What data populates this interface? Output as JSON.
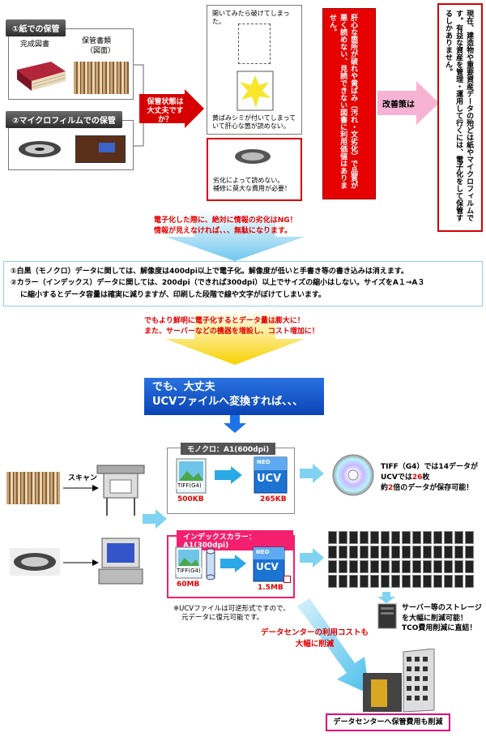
{
  "panel_paper": {
    "tag": "①紙での保管",
    "label_left": "完成図書",
    "label_right_1": "保管書類",
    "label_right_2": "（図面）"
  },
  "panel_micro": {
    "tag": "②マイクロフィルムでの保管"
  },
  "question": {
    "line1": "保管状態は",
    "line2": "大丈夫ですか？"
  },
  "damage_box": {
    "caption_top": "開いてみたら破けてしまった。",
    "caption_mid_1": "黄ばみシミが付いてしまって",
    "caption_mid_2": "いて肝心な箇が読めない。",
    "caption_bot_1": "劣化によって読めない。",
    "caption_bot_2": "補修に莫大な費用が必要！"
  },
  "warning_vertical": "肝心な箇所が破れや黄ばみ（汚れ・文劣化）で品質が悪く読めない、見読できない図書に利用価値はありません。",
  "improvement_label": "改善策は",
  "solution_vertical": "現在、建造物や重要資産データの殆どは紙やマイクロフィルムです。有益な資産を管理・運用して行くには、電子化をして保管するしかありません。",
  "notice1": {
    "line1": "電子化した際に、絶対に情報の劣化はNG！",
    "line2": "情報が見えなければ、、、無駄になります。"
  },
  "info": {
    "line1": "①白黒（モノクロ）データに関しては、解像度は400dpi以上で電子化。解像度が低いと手書き等の書き込みは消えます。",
    "line2": "②カラー（インデックス）データに関しては、200dpi（できれば300dpi）以上でサイズの縮小はしない。サイズをA１→A３",
    "line3": "に縮小するとデータ容量は確実に減りますが、印刷した段階で線や文字がぼけてしまいます。"
  },
  "notice2": {
    "line1": "でもより鮮明に電子化するとデータ量は膨大に！",
    "line2": "また、サーバーなどの機器を増設し、コスト増加に！"
  },
  "banner": {
    "line1": "でも、大丈夫",
    "line2": "UCVファイルへ変換すれば、、、"
  },
  "scan_label": "スキャン",
  "mono": {
    "header": "モノクロ：A1(600dpi)",
    "tiff_label": "TIFF(G4)",
    "tiff_size": "500KB",
    "ucv_label": "UCV",
    "ucv_size": "265KB",
    "neo": "NEO"
  },
  "color": {
    "header": "インデックスカラー：A1(300dpi)",
    "tiff_label": "TIFF(G4)",
    "tiff_size": "60MB",
    "ucv_label": "UCV",
    "ucv_size": "1.5MB",
    "neo": "NEO"
  },
  "cd_text": {
    "line1": "TIFF（G4）では14データが",
    "line2_a": "UCVでは",
    "line2_num": "26",
    "line2_b": "枚",
    "line3_a": "約",
    "line3_num": "2",
    "line3_b": "倍のデータが保存可能！"
  },
  "reversible_note": {
    "line1": "※UCVファイルは可逆形式ですので、",
    "line2": "元データに復元可能です。"
  },
  "storage_text": {
    "line1": "サーバー等のストレージ",
    "line2": "を大幅に削減可能！",
    "line3": "TCO費用削減に直結！"
  },
  "datacenter_text": {
    "line1": "データセンターの利用コストも",
    "line2": "大幅に削減"
  },
  "datacenter_box": "データセンターへ保管費用も削減"
}
